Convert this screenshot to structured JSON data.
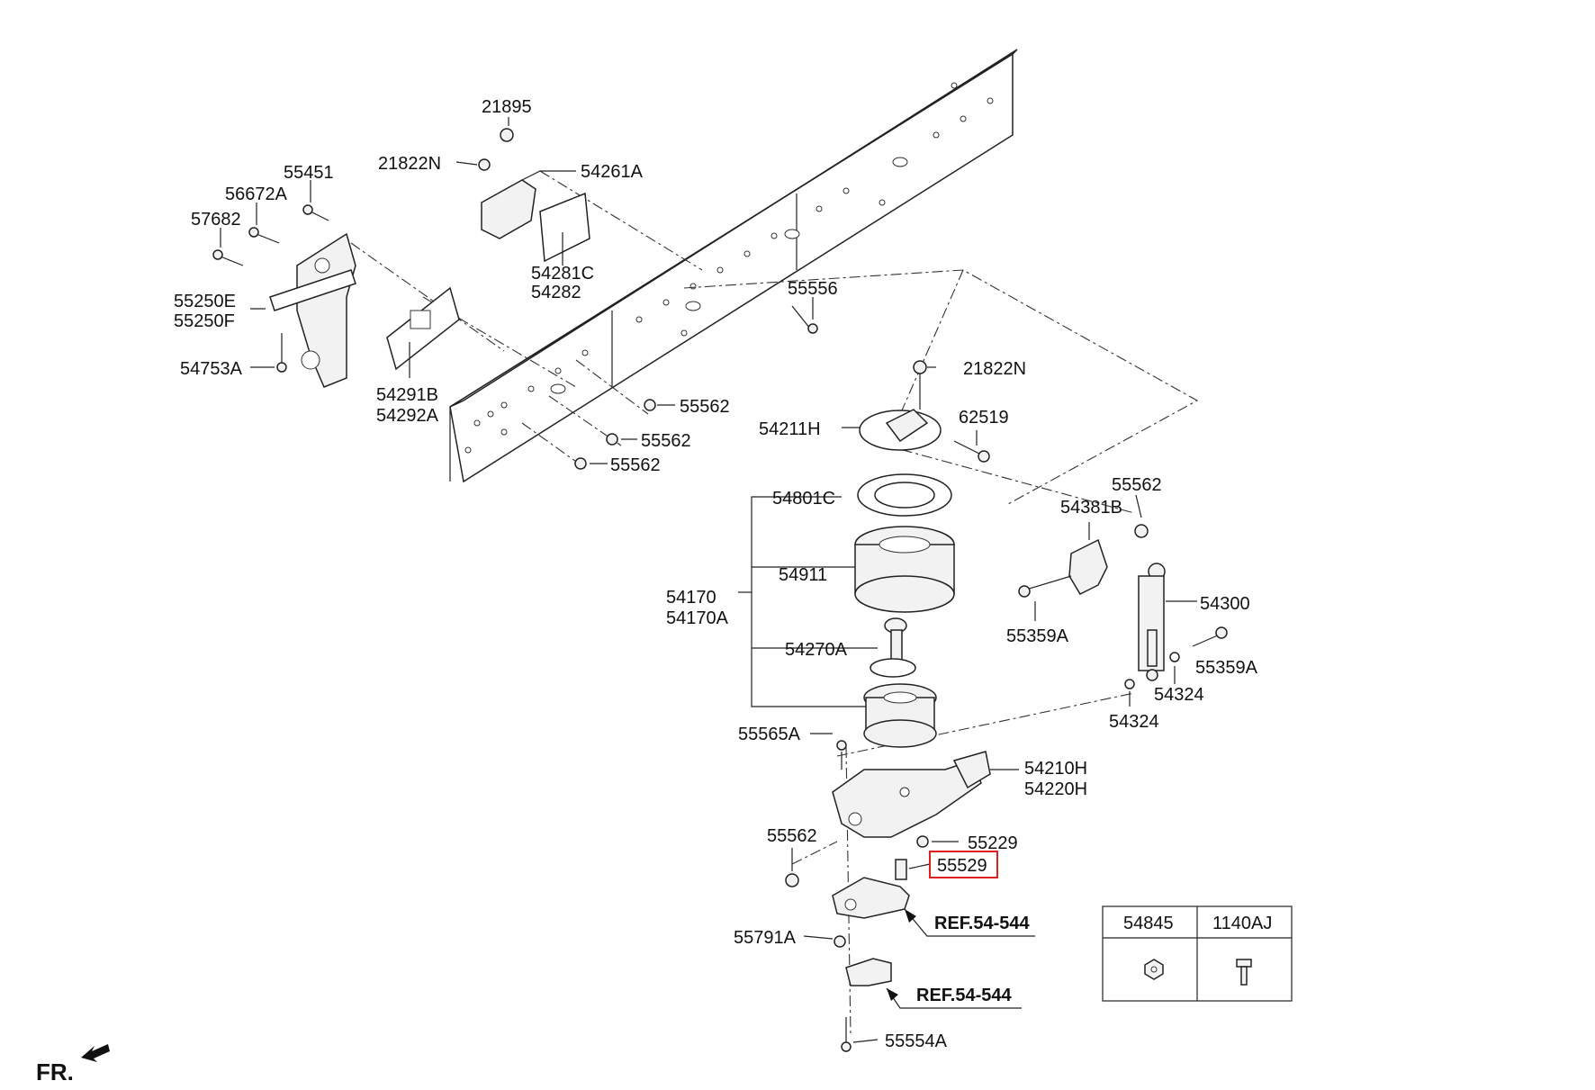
{
  "diagram": {
    "callouts": {
      "p21895": "21895",
      "p21822N_top": "21822N",
      "p54261A": "54261A",
      "p55451": "55451",
      "p56672A": "56672A",
      "p57682": "57682",
      "p54281C": "54281C",
      "p54282": "54282",
      "p55556": "55556",
      "p55250E": "55250E",
      "p55250F": "55250F",
      "p54753A": "54753A",
      "p54291B": "54291B",
      "p54292A": "54292A",
      "p21822N_mid": "21822N",
      "p55562_a": "55562",
      "p55562_b": "55562",
      "p55562_c": "55562",
      "p54211H": "54211H",
      "p62519": "62519",
      "p54801C": "54801C",
      "p55562_d": "55562",
      "p54381B": "54381B",
      "p54911": "54911",
      "p54170": "54170",
      "p54170A": "54170A",
      "p54300": "54300",
      "p55359A_left": "55359A",
      "p54270A": "54270A",
      "p55359A_right": "55359A",
      "p54324_a": "54324",
      "p54324_b": "54324",
      "p55565A": "55565A",
      "p54210H": "54210H",
      "p54220H": "54220H",
      "p55562_e": "55562",
      "p55229": "55229",
      "p55529": "55529",
      "p55791A": "55791A",
      "p55554A": "55554A"
    },
    "refs": {
      "ref1": "REF.54-544",
      "ref2": "REF.54-544"
    },
    "direction_label": "FR.",
    "highlight_color": "#e02020",
    "table": {
      "headers": [
        "54845",
        "1140AJ"
      ],
      "icons": [
        "flange-nut-icon",
        "bolt-icon"
      ]
    }
  }
}
